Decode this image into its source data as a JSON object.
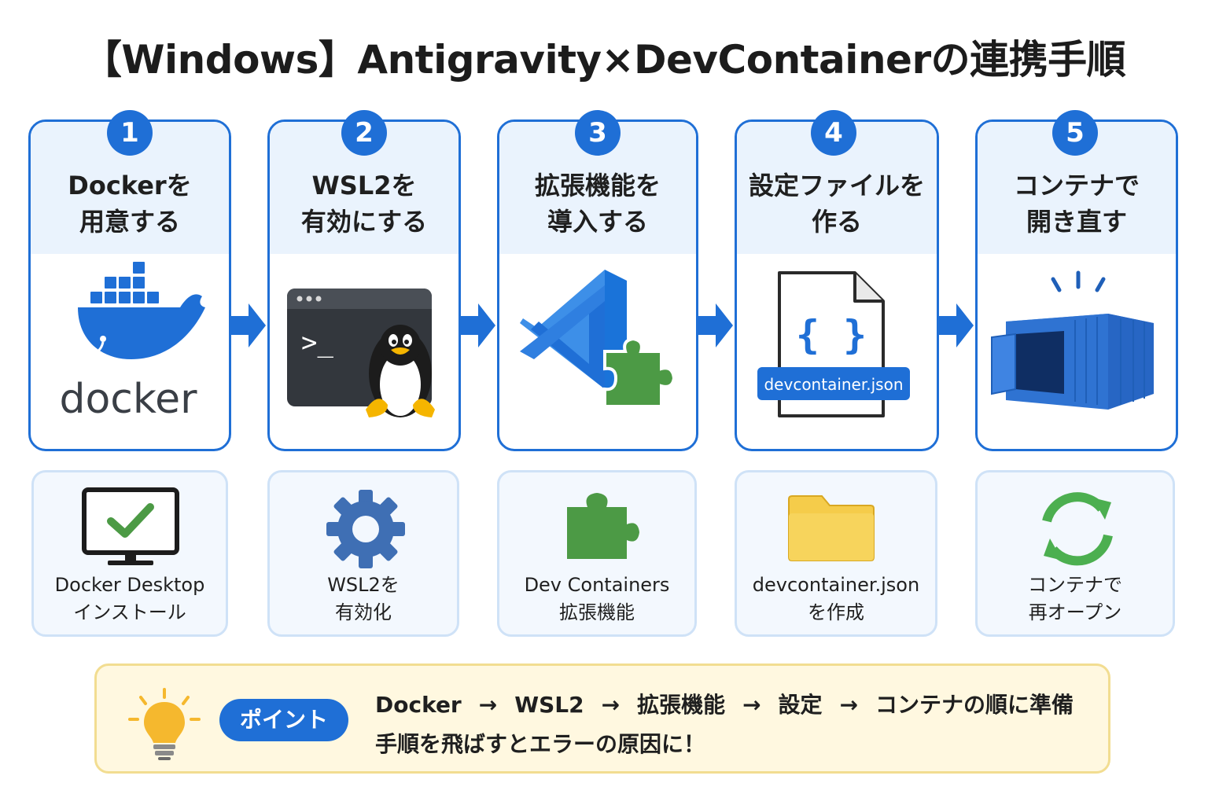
{
  "title": "【Windows】Antigravity×DevContainerの連携手順",
  "steps": [
    {
      "number": "1",
      "title_line1": "Dockerを",
      "title_line2": "用意する",
      "logo_text": "docker",
      "sub_line1": "Docker Desktop",
      "sub_line2": "インストール"
    },
    {
      "number": "2",
      "title_line1": "WSL2を",
      "title_line2": "有効にする",
      "terminal_prompt": ">_",
      "sub_line1": "WSL2を",
      "sub_line2": "有効化"
    },
    {
      "number": "3",
      "title_line1": "拡張機能を",
      "title_line2": "導入する",
      "sub_line1": "Dev Containers",
      "sub_line2": "拡張機能"
    },
    {
      "number": "4",
      "title_line1": "設定ファイルを",
      "title_line2": "作る",
      "file_braces": "{ }",
      "file_label": "devcontainer.json",
      "sub_line1": "devcontainer.json",
      "sub_line2": "を作成"
    },
    {
      "number": "5",
      "title_line1": "コンテナで",
      "title_line2": "開き直す",
      "sub_line1": "コンテナで",
      "sub_line2": "再オープン"
    }
  ],
  "point": {
    "badge": "ポイント",
    "flow": [
      "Docker",
      "WSL2",
      "拡張機能",
      "設定",
      "コンテナの順に準備"
    ],
    "flow_separator": "→",
    "line2": "手順を飛ばすとエラーの原因に！"
  },
  "colors": {
    "accent": "#1f6fd6",
    "card_head": "#eaf3fd",
    "sub_border": "#cfe2f7",
    "point_bg": "#fff8e0",
    "point_border": "#f2dd91",
    "puzzle": "#4c9a45",
    "folder": "#f5cc4a",
    "bulb": "#f5b82e"
  },
  "icons": [
    "docker-whale-icon",
    "terminal-icon",
    "penguin-icon",
    "vscode-icon",
    "puzzle-icon",
    "json-file-icon",
    "shipping-container-icon",
    "monitor-check-icon",
    "gear-icon",
    "folder-icon",
    "refresh-icon",
    "lightbulb-icon",
    "arrow-right-icon"
  ]
}
